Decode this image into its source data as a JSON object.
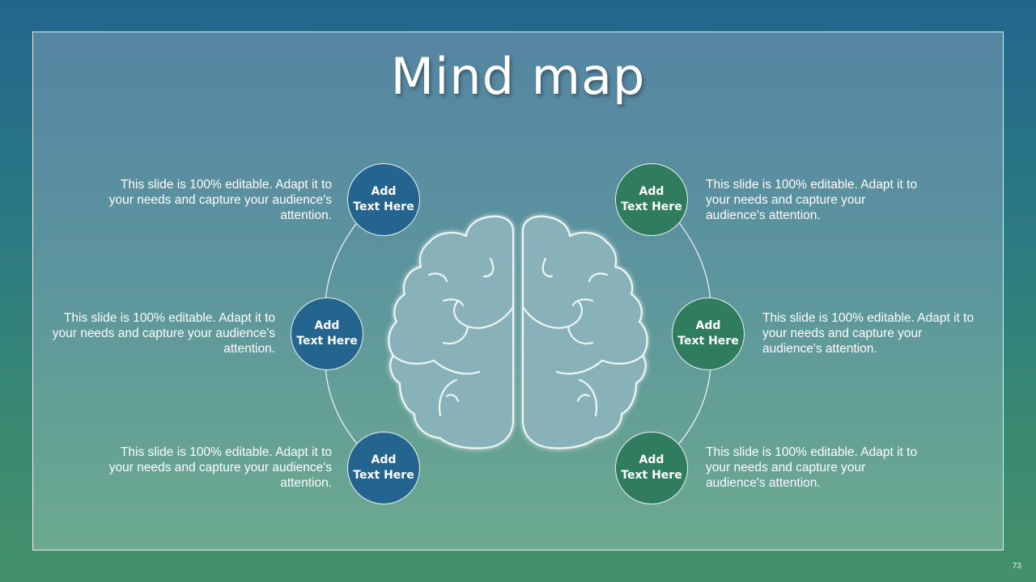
{
  "slide": {
    "title": "Mind map",
    "page_number": "73"
  },
  "nodes": [
    {
      "label": "Add\nText Here",
      "color": "#246590",
      "description": "This slide is 100% editable. Adapt it to your needs and capture your audience's attention."
    },
    {
      "label": "Add\nText Here",
      "color": "#246590",
      "description": "This slide is 100% editable. Adapt it to your needs and capture your audience's attention."
    },
    {
      "label": "Add\nText Here",
      "color": "#246590",
      "description": "This slide is 100% editable. Adapt it to your needs and capture your audience's attention."
    },
    {
      "label": "Add\nText Here",
      "color": "#2f7c5e",
      "description": "This slide is 100% editable. Adapt it to your needs and capture your audience's attention."
    },
    {
      "label": "Add\nText Here",
      "color": "#2f7c5e",
      "description": "This slide is 100% editable. Adapt it to your needs and capture your audience's attention."
    },
    {
      "label": "Add\nText Here",
      "color": "#2f7c5e",
      "description": "This slide is 100% editable. Adapt it to your needs and capture your audience's attention."
    }
  ],
  "icons": {
    "center": "brain-icon"
  },
  "colors": {
    "background_top": "#22668d",
    "background_bottom": "#44906a",
    "node_blue": "#246590",
    "node_green": "#2f7c5e"
  }
}
